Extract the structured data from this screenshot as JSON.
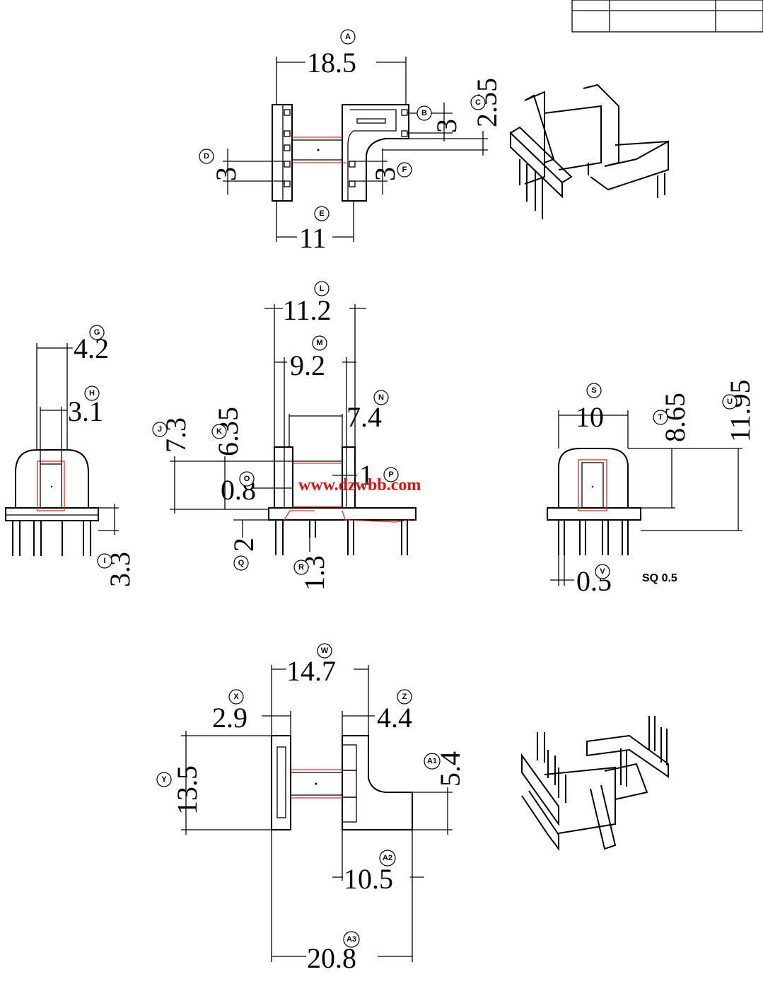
{
  "title_block": {},
  "dimensions": {
    "A": "18.5",
    "B": "3",
    "C": "2.55",
    "D": "3",
    "E": "11",
    "F": "3",
    "G": "4.2",
    "H": "3.1",
    "I": "3.3",
    "J": "7.3",
    "K": "6.35",
    "L": "11.2",
    "M": "9.2",
    "N": "7.4",
    "O": "0.8",
    "P": "1",
    "Q": "2",
    "R": "1.3",
    "S": "10",
    "T": "8.65",
    "U": "11.95",
    "V": "0.5",
    "W": "14.7",
    "X": "2.9",
    "Y": "13.5",
    "Z": "4.4",
    "A1": "5.4",
    "A2": "10.5",
    "A3": "20.8"
  },
  "tags": {
    "A": "A",
    "B": "B",
    "C": "C",
    "D": "D",
    "E": "E",
    "F": "F",
    "G": "G",
    "H": "H",
    "I": "I",
    "J": "J",
    "K": "K",
    "L": "L",
    "M": "M",
    "N": "N",
    "O": "O",
    "P": "P",
    "Q": "Q",
    "R": "R",
    "S": "S",
    "T": "T",
    "U": "U",
    "V": "V",
    "W": "W",
    "X": "X",
    "Y": "Y",
    "Z": "Z",
    "A1": "A1",
    "A2": "A2",
    "A3": "A3"
  },
  "pin_note": "SQ 0.5",
  "watermark": "www.dzwbb.com",
  "colors": {
    "line": "#000000",
    "winding": "#e03020",
    "watermark": "#e01010"
  }
}
